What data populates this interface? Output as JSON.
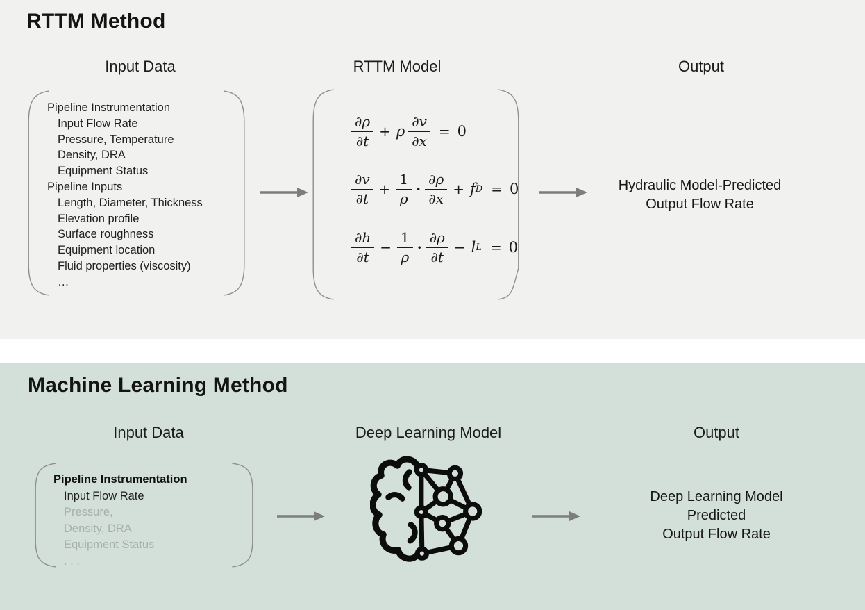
{
  "colors": {
    "top_bg": "#f1f1f0",
    "bottom_bg": "#d3e0da",
    "divider_bg": "#ffffff",
    "text_dark": "#191919",
    "text_muted": "#a8afa9",
    "bracket": "#8f8f8f",
    "arrow": "#7d7d7d",
    "icon": "#0c0c0c"
  },
  "rttm": {
    "title": "RTTM Method",
    "columns": {
      "input": "Input Data",
      "model": "RTTM Model",
      "output": "Output"
    },
    "inputs": [
      {
        "text": "Pipeline Instrumentation"
      },
      {
        "text": "Input Flow Rate"
      },
      {
        "text": "Pressure, Temperature"
      },
      {
        "text": "Density, DRA"
      },
      {
        "text": "Equipment Status"
      },
      {
        "text": "Pipeline Inputs"
      },
      {
        "text": "Length, Diameter, Thickness"
      },
      {
        "text": "Elevation profile"
      },
      {
        "text": "Surface roughness"
      },
      {
        "text": "Equipment location"
      },
      {
        "text": "Fluid properties (viscosity)"
      },
      {
        "text": "…"
      }
    ],
    "equations": {
      "eq1": {
        "f1n": "∂ρ",
        "f1d": "∂t",
        "op1": "+",
        "coeff": "ρ",
        "f2n": "∂v",
        "f2d": "∂x",
        "eq": "=",
        "rhs": "0"
      },
      "eq2": {
        "f1n": "∂v",
        "f1d": "∂t",
        "op1": "+",
        "f2n": "1",
        "f2d": "ρ",
        "dot": "·",
        "f3n": "∂ρ",
        "f3d": "∂x",
        "op2": "+",
        "var_base": "f",
        "var_sub": "D",
        "eq": "=",
        "rhs": "0"
      },
      "eq3": {
        "f1n": "∂h",
        "f1d": "∂t",
        "op1": "−",
        "f2n": "1",
        "f2d": "ρ",
        "dot": "·",
        "f3n": "∂ρ",
        "f3d": "∂t",
        "op2": "−",
        "var_base": "l",
        "var_sub": "L",
        "eq": "=",
        "rhs": "0"
      }
    },
    "output_lines": {
      "0": "Hydraulic Model-Predicted",
      "1": "Output Flow Rate"
    }
  },
  "ml": {
    "title": "Machine Learning Method",
    "columns": {
      "input": "Input Data",
      "model": "Deep Learning Model",
      "output": "Output"
    },
    "inputs": [
      {
        "text": "Pipeline Instrumentation"
      },
      {
        "text": "Input Flow Rate"
      },
      {
        "text": "Pressure,"
      },
      {
        "text": "Density, DRA"
      },
      {
        "text": "Equipment Status"
      },
      {
        "text": ". . ."
      }
    ],
    "model_icon": "brain-network-icon",
    "output_lines": {
      "0": "Deep Learning Model",
      "1": "Predicted",
      "2": "Output Flow Rate"
    }
  }
}
